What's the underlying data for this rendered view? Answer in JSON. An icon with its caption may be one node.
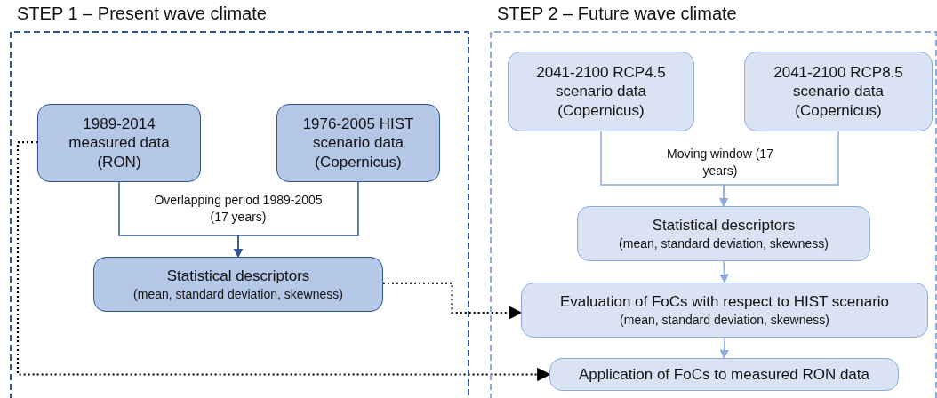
{
  "diagram": {
    "nodes": [
      {
        "text": [
          "STEP 1 – Present wave climate"
        ]
      },
      {
        "text": [
          "1989-2014 measured data (RON)"
        ],
        "in": 0
      },
      {
        "text": [
          "1976-2005 HIST scenario data (Copernicus)"
        ],
        "in": 0
      },
      {
        "text": [
          "Statistical descriptors",
          "(mean, standard deviation, skewness)"
        ],
        "in": 0
      },
      {
        "text": [
          "STEP 2 – Future wave climate"
        ]
      },
      {
        "text": [
          "2041-2100 RCP4.5 scenario data (Copernicus)"
        ],
        "in": 4
      },
      {
        "text": [
          "2041-2100 RCP8.5 scenario data (Copernicus)"
        ],
        "in": 4
      },
      {
        "text": [
          "Statistical descriptors",
          "(mean, standard deviation, skewness)"
        ],
        "in": 4
      },
      {
        "text": [
          "Evaluation of FoCs with respect to HIST scenario",
          "(mean, standard deviation, skewness)"
        ],
        "in": 4
      },
      {
        "text": [
          "Application of FoCs to measured RON data"
        ],
        "in": 4
      }
    ],
    "edges": [
      {
        "from": 1,
        "to": 3,
        "arrow": "to",
        "color": "#2f5597"
      },
      {
        "from": 2,
        "to": 3,
        "arrow": "to",
        "color": "#2f5597"
      },
      {
        "from": 5,
        "to": 7,
        "arrow": "to",
        "color": "#8faadc"
      },
      {
        "from": 6,
        "to": 7,
        "arrow": "to",
        "color": "#8faadc"
      },
      {
        "from": 7,
        "to": 8,
        "arrow": "to",
        "color": "#8faadc"
      },
      {
        "from": 8,
        "to": 9,
        "arrow": "to",
        "color": "#8faadc"
      },
      {
        "from": 3,
        "to": 8,
        "arrow": "to",
        "style": "dashed",
        "color": "#000000"
      },
      {
        "from": 1,
        "to": 9,
        "arrow": "to",
        "style": "dashed",
        "color": "#000000"
      }
    ],
    "labels": [
      "Overlapping period 1989-2005 (17 years)",
      "Moving window (17 years)"
    ]
  }
}
